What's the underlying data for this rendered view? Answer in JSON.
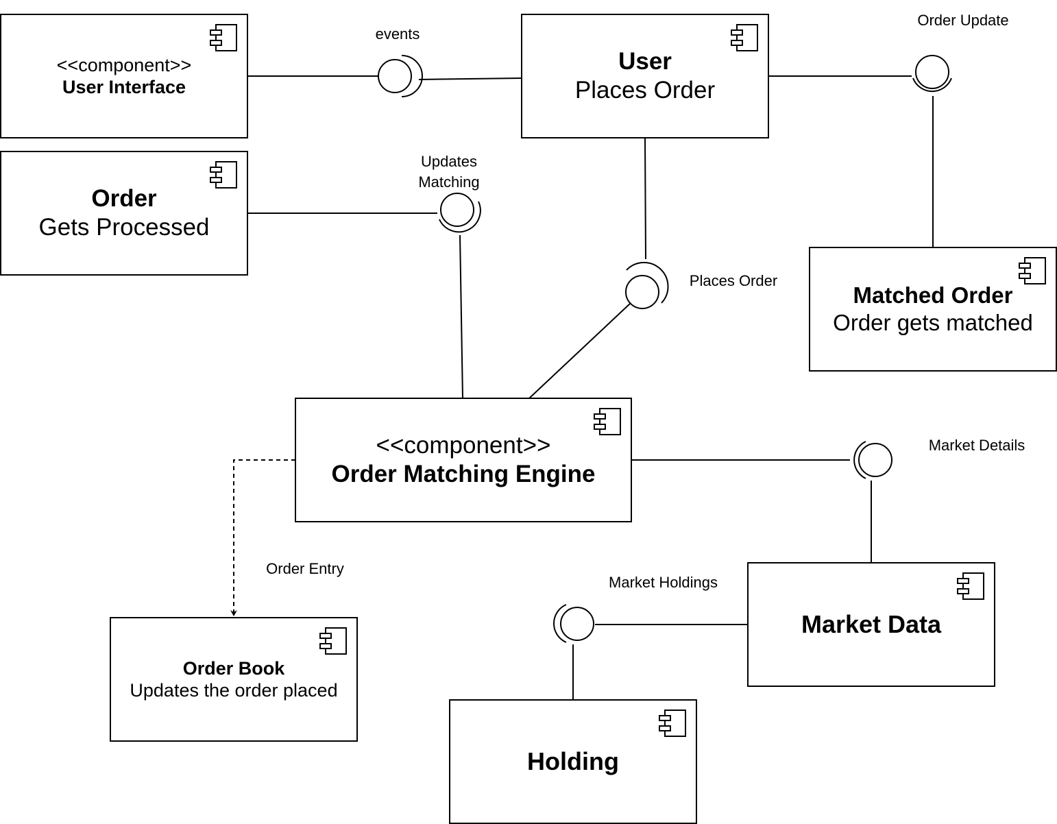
{
  "components": {
    "user_interface": {
      "stereotype": "<<component>>",
      "name": "User Interface"
    },
    "user": {
      "name": "User",
      "description": "Places Order"
    },
    "order": {
      "name": "Order",
      "description": "Gets Processed"
    },
    "matched_order": {
      "name": "Matched Order",
      "description": "Order gets matched"
    },
    "order_matching_engine": {
      "stereotype": "<<component>>",
      "name": "Order Matching Engine"
    },
    "order_book": {
      "name": "Order Book",
      "description": "Updates the order placed"
    },
    "market_data": {
      "name": "Market Data"
    },
    "holding": {
      "name": "Holding"
    }
  },
  "interfaces": {
    "events": "events",
    "order_update": "Order Update",
    "updates_matching": [
      "Updates",
      "Matching"
    ],
    "places_order": "Places Order",
    "market_details": "Market Details",
    "order_entry": "Order Entry",
    "market_holdings": "Market Holdings"
  },
  "colors": {
    "stroke": "#000000",
    "fill": "#ffffff"
  }
}
